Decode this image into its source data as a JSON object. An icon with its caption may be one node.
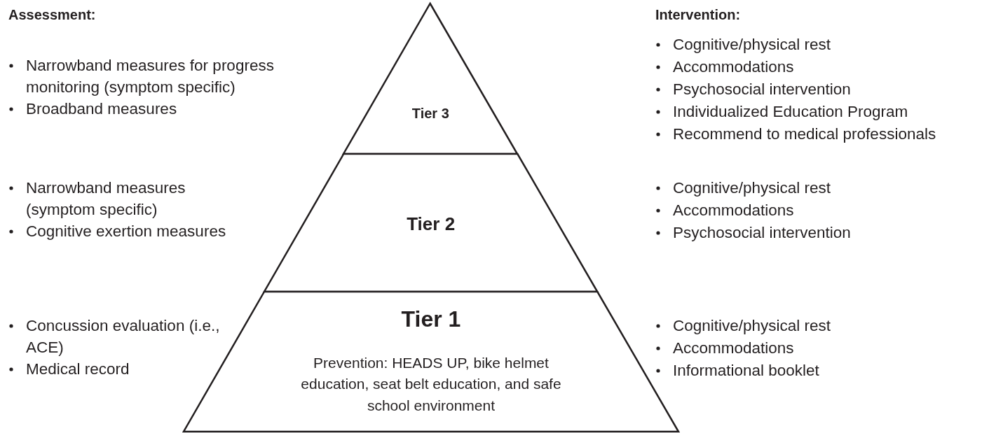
{
  "diagram": {
    "nodes": [
      {
        "text": [
          "Tier 3"
        ]
      },
      {
        "text": [
          "Tier 2"
        ]
      },
      {
        "text": [
          "Tier 1",
          "Prevention: HEADS UP, bike helmet education, seat belt education, and safe school environment"
        ]
      }
    ],
    "labels": [
      "Assessment:",
      "Intervention:",
      "Narrowband measures for progress monitoring (symptom specific)",
      "Broadband measures",
      "Cognitive/physical rest",
      "Accommodations",
      "Psychosocial intervention",
      "Individualized Education Program",
      "Recommend to medical professionals",
      "Narrowband measures (symptom specific)",
      "Cognitive exertion measures",
      "Cognitive/physical rest",
      "Accommodations",
      "Psychosocial intervention",
      "Concussion evaluation (i.e., ACE)",
      "Medical record",
      "Cognitive/physical rest",
      "Accommodations",
      "Informational booklet"
    ]
  }
}
